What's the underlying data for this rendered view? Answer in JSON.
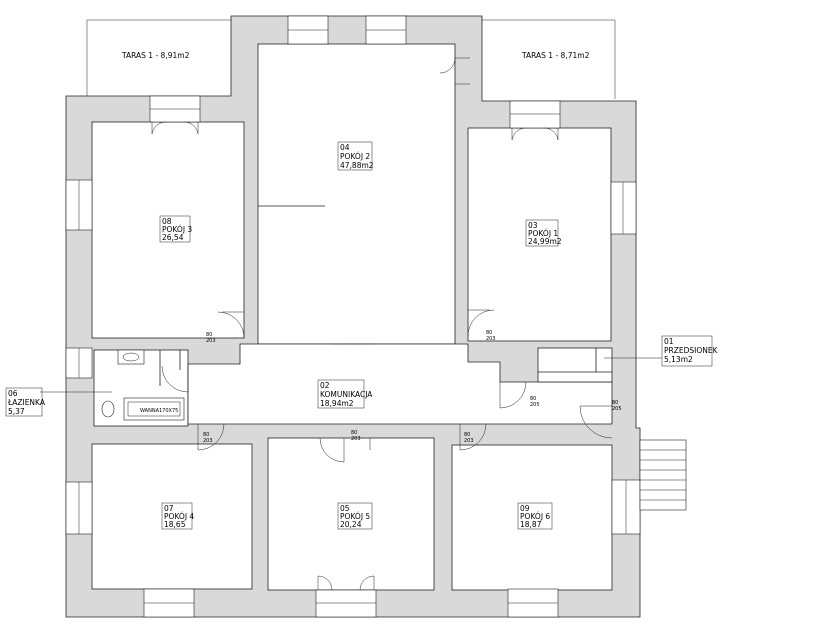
{
  "rooms": [
    {
      "number": "03",
      "name": "POKÓJ 1",
      "area": "24,99m2"
    },
    {
      "number": "04",
      "name": "POKÓJ 2",
      "area": "47,88m2"
    },
    {
      "number": "08",
      "name": "POKÓJ 3",
      "area": "26,54"
    },
    {
      "number": "07",
      "name": "POKÓJ 4",
      "area": "18,65"
    },
    {
      "number": "05",
      "name": "POKÓJ 5",
      "area": "20,24"
    },
    {
      "number": "09",
      "name": "POKÓJ 6",
      "area": "18,87"
    },
    {
      "number": "02",
      "name": "KOMUNIKACJA",
      "area": "18,94m2"
    },
    {
      "number": "01",
      "name": "PRZEDSIONEK",
      "area": "5,13m2"
    },
    {
      "number": "06",
      "name": "ŁAZIENKA",
      "area": "5,37"
    }
  ],
  "terraces": [
    "TARAS 1 - 8,91m2",
    "TARAS 1 - 8,71m2"
  ],
  "bathtub_label": "WANNA170X75",
  "door_tags": {
    "width": "80",
    "height": "205",
    "height_alt": "203"
  }
}
